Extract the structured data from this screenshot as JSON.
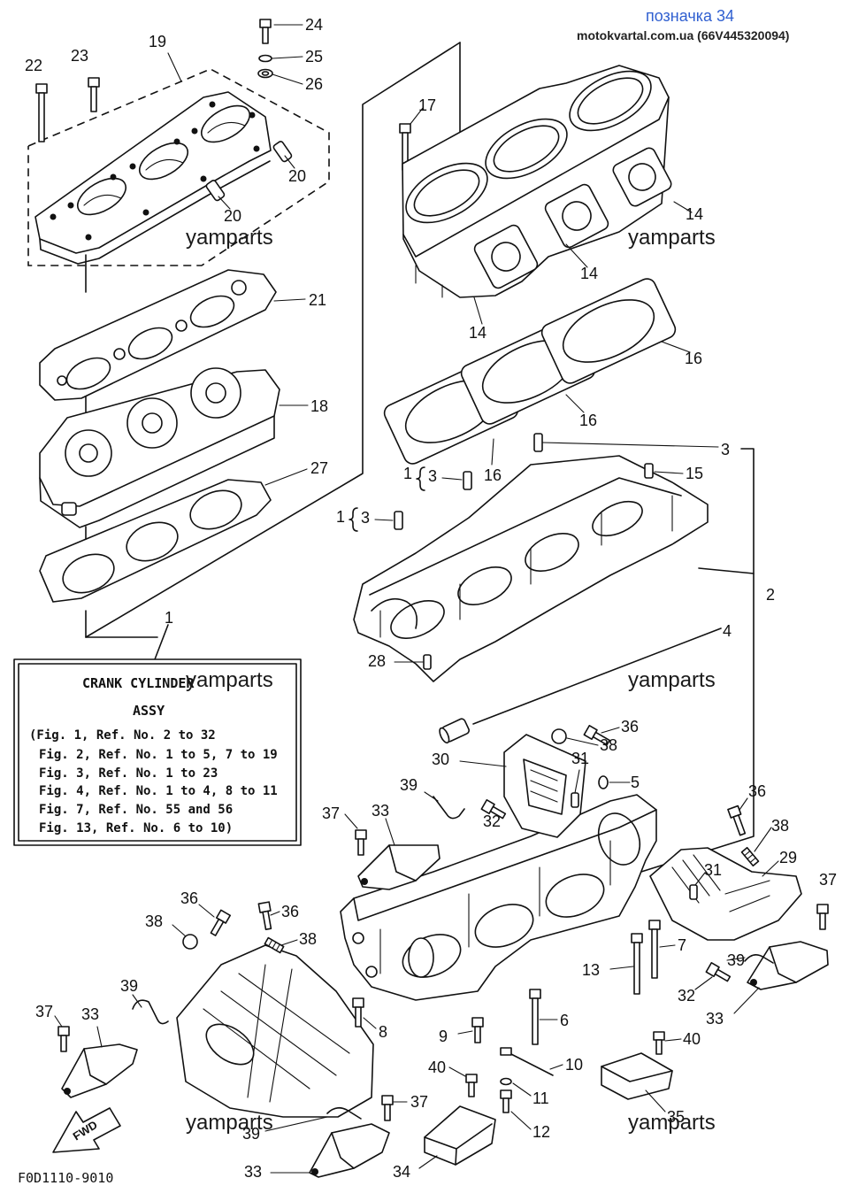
{
  "header": {
    "tag": "позначка 34",
    "source": "motokvartal.com.ua (66V445320094)"
  },
  "watermark": "yamparts",
  "callouts": [
    "24",
    "25",
    "26",
    "19",
    "22",
    "23",
    "20",
    "20",
    "17",
    "14",
    "14",
    "14",
    "21",
    "16",
    "18",
    "16",
    "3",
    "27",
    "1",
    "3",
    "16",
    "15",
    "1",
    "3",
    "2",
    "1",
    "4",
    "28",
    "36",
    "38",
    "30",
    "31",
    "5",
    "39",
    "36",
    "37",
    "33",
    "32",
    "38",
    "29",
    "37",
    "36",
    "36",
    "31",
    "38",
    "38",
    "7",
    "13",
    "39",
    "32",
    "33",
    "39",
    "37",
    "33",
    "8",
    "6",
    "9",
    "40",
    "10",
    "40",
    "11",
    "37",
    "35",
    "39",
    "12",
    "33",
    "34"
  ],
  "assy_box": {
    "title_line1": "CRANK CYLINDER",
    "title_line2": "ASSY",
    "lines": [
      "(Fig. 1, Ref. No. 2 to 32",
      "Fig. 2, Ref. No. 1 to 5, 7 to 19",
      "Fig. 3, Ref. No. 1 to 23",
      "Fig. 4, Ref. No. 1 to 4, 8 to 11",
      "Fig. 7, Ref. No. 55 and 56",
      "Fig. 13, Ref. No. 6 to 10)"
    ]
  },
  "figure_code": "F0D1110-9010",
  "fwd_label": "FWD",
  "colors": {
    "line": "#111111",
    "tag": "#2f5fd0",
    "background": "#ffffff"
  }
}
